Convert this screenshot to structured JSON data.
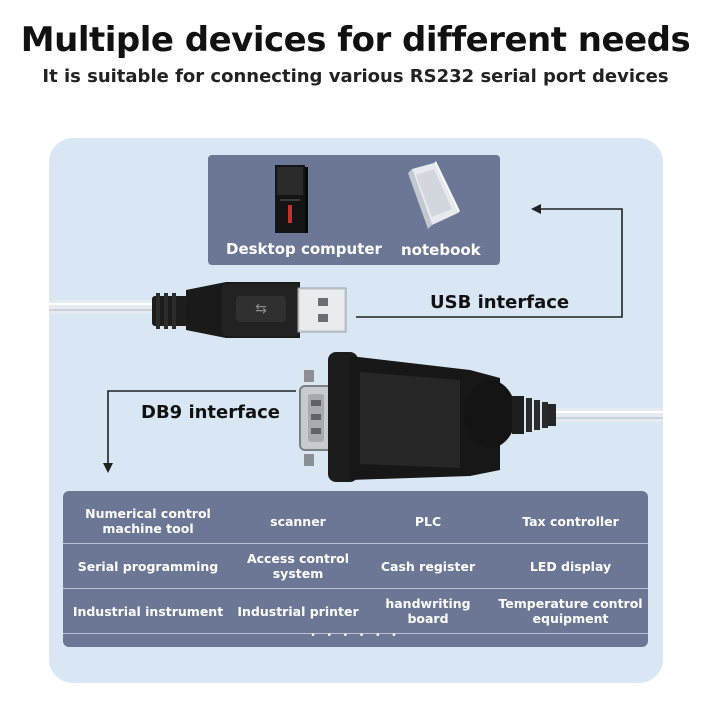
{
  "header": {
    "title": "Multiple devices for different needs",
    "subtitle": "It is suitable for connecting various RS232 serial port devices"
  },
  "devices": {
    "desktop_label": "Desktop computer",
    "notebook_label": "notebook"
  },
  "interfaces": {
    "usb_label": "USB interface",
    "db9_label": "DB9 interface"
  },
  "device_grid": {
    "rows": [
      [
        "Numerical control machine tool",
        "scanner",
        "PLC",
        "Tax controller"
      ],
      [
        "Serial programming",
        "Access control system",
        "Cash register",
        "LED display"
      ],
      [
        "Industrial instrument",
        "Industrial printer",
        "handwriting board",
        "Temperature control equipment"
      ]
    ],
    "pagination_dots": "• • • • • •"
  },
  "colors": {
    "panel_background": "#d9e7f5",
    "box_background": "#6b7794",
    "text_dark": "#111111",
    "text_light": "#ffffff"
  }
}
